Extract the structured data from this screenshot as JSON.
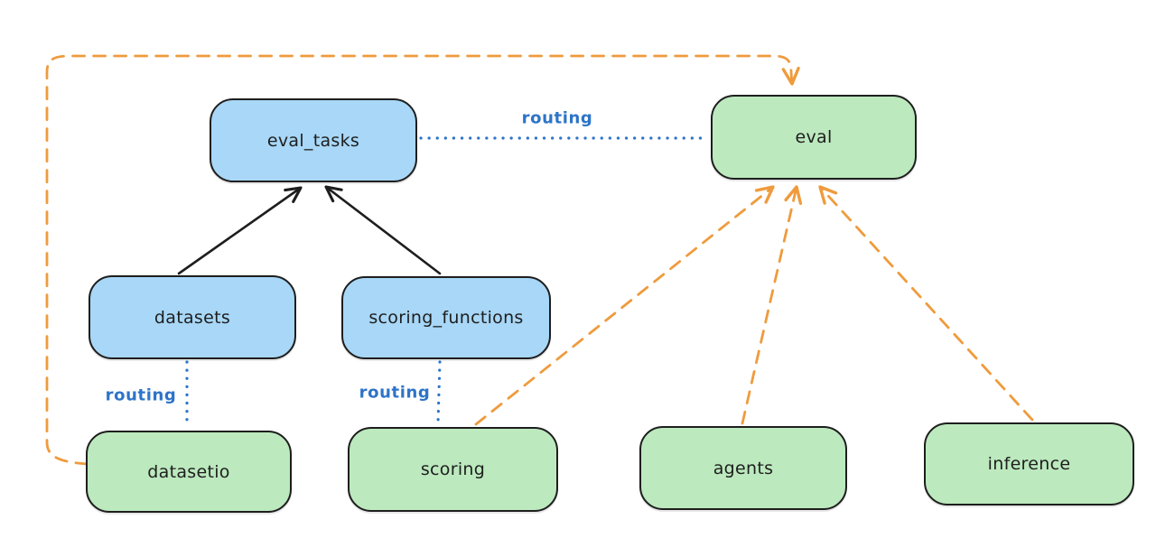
{
  "diagram": {
    "background_color": "#ffffff",
    "nodes": [
      {
        "id": "eval_tasks",
        "label": "eval_tasks",
        "fill": "#a8d7f7",
        "stroke": "#1e1e1e"
      },
      {
        "id": "eval",
        "label": "eval",
        "fill": "#bce9be",
        "stroke": "#1e1e1e"
      },
      {
        "id": "datasets",
        "label": "datasets",
        "fill": "#a8d7f7",
        "stroke": "#1e1e1e"
      },
      {
        "id": "scoring_functions",
        "label": "scoring_functions",
        "fill": "#a8d7f7",
        "stroke": "#1e1e1e"
      },
      {
        "id": "datasetio",
        "label": "datasetio",
        "fill": "#bce9be",
        "stroke": "#1e1e1e"
      },
      {
        "id": "scoring",
        "label": "scoring",
        "fill": "#bce9be",
        "stroke": "#1e1e1e"
      },
      {
        "id": "agents",
        "label": "agents",
        "fill": "#bce9be",
        "stroke": "#1e1e1e"
      },
      {
        "id": "inference",
        "label": "inference",
        "fill": "#bce9be",
        "stroke": "#1e1e1e"
      }
    ],
    "edges": [
      {
        "from": "datasets",
        "to": "eval_tasks",
        "style": "solid",
        "arrow": true,
        "color": "#1e1e1e",
        "label": ""
      },
      {
        "from": "scoring_functions",
        "to": "eval_tasks",
        "style": "solid",
        "arrow": true,
        "color": "#1e1e1e",
        "label": ""
      },
      {
        "from": "eval_tasks",
        "to": "eval",
        "style": "dotted",
        "arrow": false,
        "color": "#2d74c8",
        "label": "routing"
      },
      {
        "from": "datasets",
        "to": "datasetio",
        "style": "dotted",
        "arrow": false,
        "color": "#2d74c8",
        "label": "routing"
      },
      {
        "from": "scoring_functions",
        "to": "scoring",
        "style": "dotted",
        "arrow": false,
        "color": "#2d74c8",
        "label": "routing"
      },
      {
        "from": "datasetio",
        "to": "eval",
        "style": "dashed",
        "arrow": true,
        "color": "#ef9b3d",
        "label": ""
      },
      {
        "from": "scoring",
        "to": "eval",
        "style": "dashed",
        "arrow": true,
        "color": "#ef9b3d",
        "label": ""
      },
      {
        "from": "agents",
        "to": "eval",
        "style": "dashed",
        "arrow": true,
        "color": "#ef9b3d",
        "label": ""
      },
      {
        "from": "inference",
        "to": "eval",
        "style": "dashed",
        "arrow": true,
        "color": "#ef9b3d",
        "label": ""
      }
    ],
    "colors": {
      "resource_fill_blue": "#a8d7f7",
      "api_fill_green": "#bce9be",
      "stroke_black": "#1e1e1e",
      "routing_blue": "#2d74c8",
      "dependency_orange": "#ef9b3d"
    }
  }
}
